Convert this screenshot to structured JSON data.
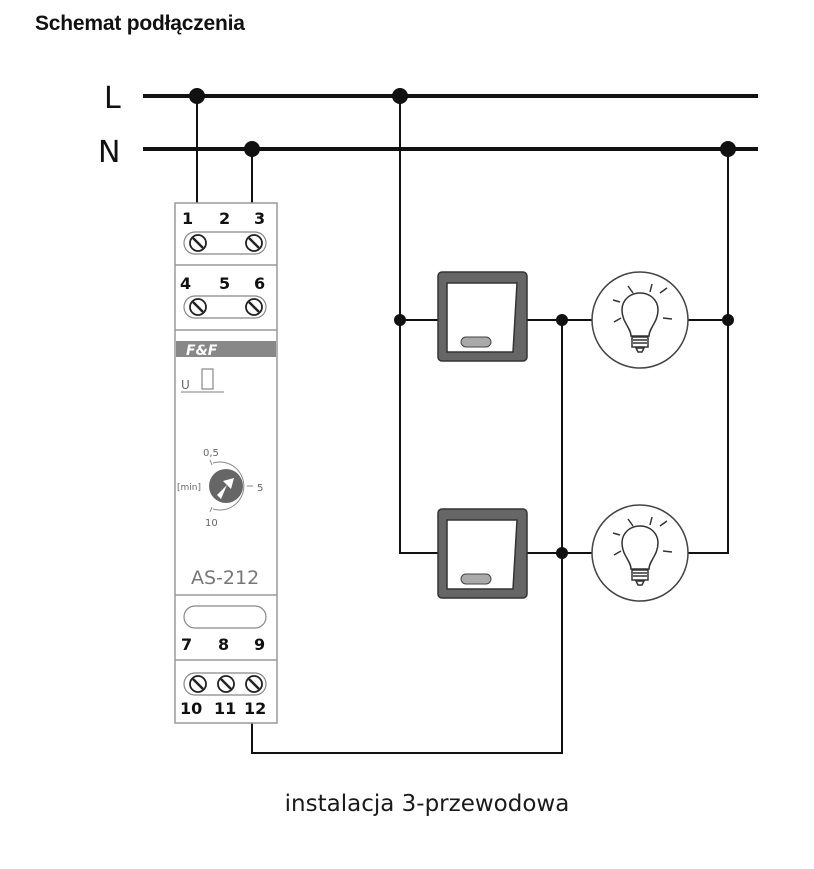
{
  "title": "Schemat podłączenia",
  "caption": "instalacja 3-przewodowa",
  "buses": {
    "line_label": "L",
    "neutral_label": "N"
  },
  "device": {
    "brand": "F&F",
    "model": "AS-212",
    "indicator_label": "U",
    "knob": {
      "unit_label": "[min]",
      "marks": [
        "0,5",
        "5",
        "10"
      ],
      "icon": "arrow-knob-icon"
    },
    "terminals": {
      "top_row_1": [
        "1",
        "2",
        "3"
      ],
      "top_row_2": [
        "4",
        "5",
        "6"
      ],
      "bottom_row_1": [
        "7",
        "8",
        "9"
      ],
      "bottom_row_2": [
        "10",
        "11",
        "12"
      ]
    }
  },
  "components": {
    "switches": [
      "pushbutton-1",
      "pushbutton-2"
    ],
    "lamps": [
      "lamp-1",
      "lamp-2"
    ]
  },
  "colors": {
    "wire": "#111111",
    "device_outline": "#999999",
    "brand_bar": "#888888",
    "switch_body": "#666666",
    "switch_indicator": "#aaaaaa"
  }
}
